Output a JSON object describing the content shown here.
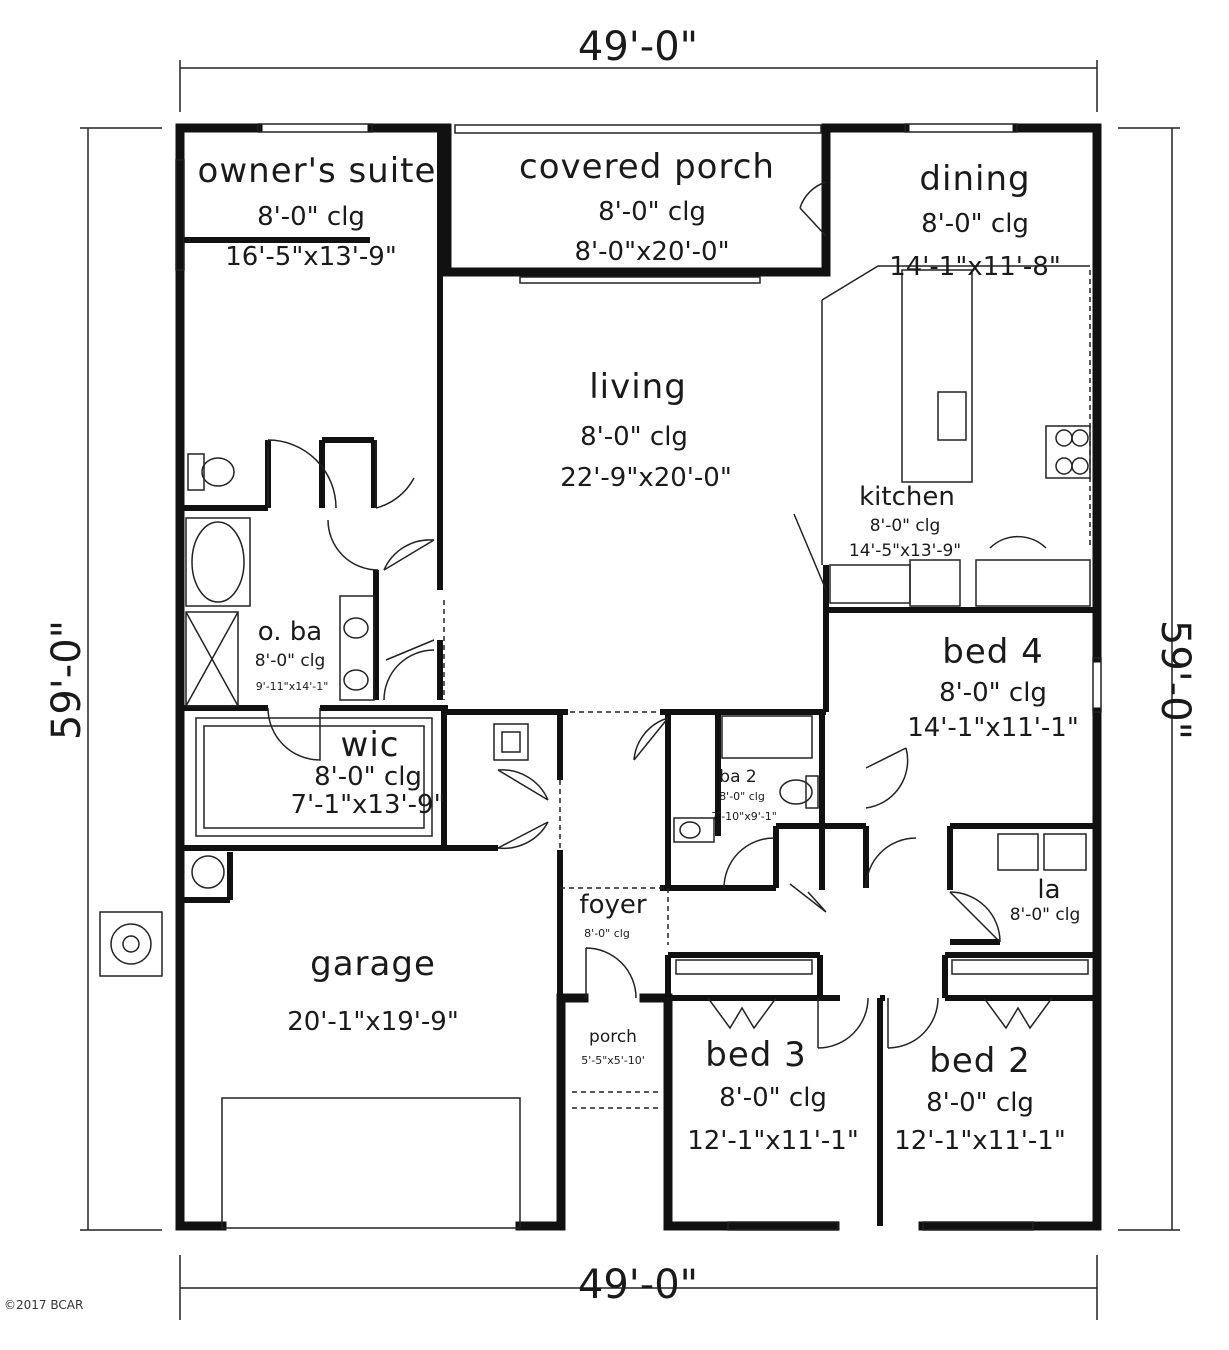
{
  "dimensions": {
    "top": "49'-0\"",
    "bottom": "49'-0\"",
    "left": "59'-0\"",
    "right": "59'-0\""
  },
  "rooms": {
    "owners_suite": {
      "name": "owner's suite",
      "ceiling": "8'-0\" clg",
      "size": "16'-5\"x13'-9\""
    },
    "covered_porch": {
      "name": "covered porch",
      "ceiling": "8'-0\" clg",
      "size": "8'-0\"x20'-0\""
    },
    "dining": {
      "name": "dining",
      "ceiling": "8'-0\" clg",
      "size": "14'-1\"x11'-8\""
    },
    "living": {
      "name": "living",
      "ceiling": "8'-0\" clg",
      "size": "22'-9\"x20'-0\""
    },
    "kitchen": {
      "name": "kitchen",
      "ceiling": "8'-0\" clg",
      "size": "14'-5\"x13'-9\""
    },
    "o_ba": {
      "name": "o. ba",
      "ceiling": "8'-0\" clg",
      "size": "9'-11\"x14'-1\""
    },
    "wic": {
      "name": "wic",
      "ceiling": "8'-0\" clg",
      "size": "7'-1\"x13'-9\""
    },
    "bed4": {
      "name": "bed 4",
      "ceiling": "8'-0\" clg",
      "size": "14'-1\"x11'-1\""
    },
    "ba2": {
      "name": "ba 2",
      "ceiling": "8'-0\" clg",
      "size": "7'-10\"x9'-1\""
    },
    "la": {
      "name": "la",
      "ceiling": "8'-0\" clg"
    },
    "foyer": {
      "name": "foyer",
      "ceiling": "8'-0\" clg"
    },
    "garage": {
      "name": "garage",
      "size": "20'-1\"x19'-9\""
    },
    "porch": {
      "name": "porch",
      "size": "5'-5\"x5'-10'"
    },
    "bed3": {
      "name": "bed 3",
      "ceiling": "8'-0\" clg",
      "size": "12'-1\"x11'-1\""
    },
    "bed2": {
      "name": "bed 2",
      "ceiling": "8'-0\" clg",
      "size": "12'-1\"x11'-1\""
    }
  },
  "copyright": "©2017 BCAR"
}
